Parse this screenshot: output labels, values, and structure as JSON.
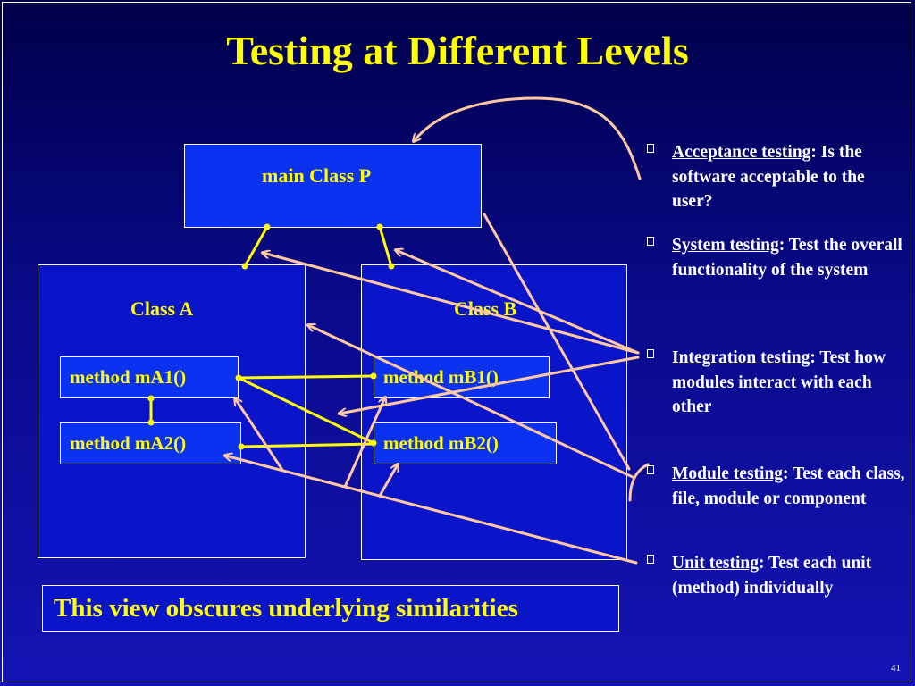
{
  "slide": {
    "title": "Testing at Different Levels",
    "slide_number": "41"
  },
  "diagram": {
    "main_class": "main Class P",
    "class_a": {
      "label": "Class A",
      "methods": [
        "method mA1()",
        "method mA2()"
      ]
    },
    "class_b": {
      "label": "Class B",
      "methods": [
        "method mB1()",
        "method mB2()"
      ]
    }
  },
  "note": "This view obscures underlying similarities",
  "bullets": [
    {
      "term": "Acceptance testing",
      "rest": ": Is the software acceptable to the user?"
    },
    {
      "term": "System testing",
      "rest": ": Test the overall functionality of the system"
    },
    {
      "term": "Integration testing",
      "rest": ": Test how modules interact with each other"
    },
    {
      "term": "Module testing",
      "rest": ": Test each class, file, module or component"
    },
    {
      "term": "Unit testing",
      "rest": ": Test each unit (method) individually"
    }
  ],
  "colors": {
    "background": "#0a0a8c",
    "title_text": "#ffff00",
    "body_text": "#ffffff",
    "box_fill": "#0a32f0",
    "call_links": "#ffff00",
    "pointer_arrows": "#ffc8a0"
  }
}
